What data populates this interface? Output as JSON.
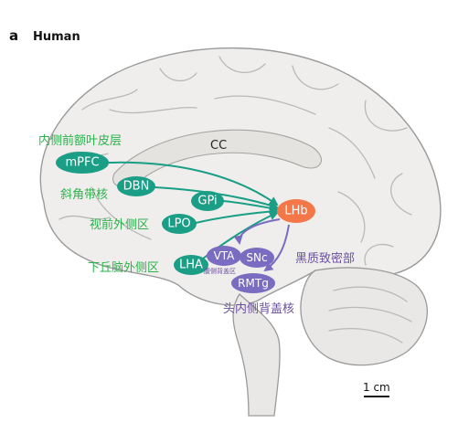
{
  "panel": {
    "letter": "a",
    "title": "Human"
  },
  "colors": {
    "green_node": "#1a9e86",
    "green_text": "#2bb24c",
    "purple_node": "#7a6cc0",
    "purple_text": "#6a4fa0",
    "lhb_node": "#f4774a",
    "brain_fill": "#efeeec",
    "brain_outline": "#9a9a9a"
  },
  "labels": {
    "cc": "CC",
    "mpfc_cn": "内侧前额叶皮层",
    "dbn_cn": "斜角带核",
    "lpo_cn": "视前外侧区",
    "lha_cn": "下丘脑外侧区",
    "snc_cn": "黑质致密部",
    "rmtg_cn": "头内侧背盖核",
    "vta_cn": "腹侧背盖区"
  },
  "nodes": {
    "mpfc": "mPFC",
    "dbn": "DBN",
    "gpi": "GPi",
    "lpo": "LPO",
    "lha": "LHA",
    "lhb": "LHb",
    "vta": "VTA",
    "snc": "SNc",
    "rmtg": "RMTg"
  },
  "scale_bar": {
    "label": "1 cm"
  }
}
